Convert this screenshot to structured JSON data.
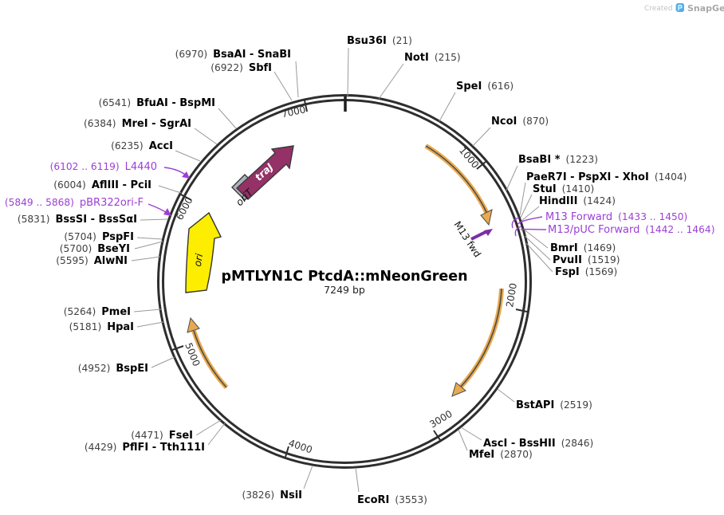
{
  "watermark": {
    "created_by": "Created by",
    "brand": "SnapGene"
  },
  "plasmid": {
    "title": "pMTLYN1C PtcdA::mNeonGreen",
    "length": "7249 bp"
  },
  "ticks": [
    "1000",
    "2000",
    "3000",
    "4000",
    "5000",
    "6000",
    "7000"
  ],
  "features": {
    "traj": "traJ",
    "orit": "oriT",
    "ori": "ori",
    "m13_fwd": "M13 fwd"
  },
  "colors": {
    "ring": "#2e2e2e",
    "connector": "#9a9a9a",
    "primer_purple": "#9c3fd6",
    "feature_orange": "#e9a94f",
    "traj_fill": "#943166",
    "orit_fill": "#aeb3bb",
    "ori_yellow": "#fdee00",
    "m13_arrow_purple": "#7a2fa3",
    "snapgene_blue": "#4fb0e8"
  },
  "sites_left": [
    {
      "pos": "(6970)",
      "name": "BsaAI - SnaBI"
    },
    {
      "pos": "(6922)",
      "name": "SbfI"
    },
    {
      "pos": "(6541)",
      "name": "BfuAI - BspMI"
    },
    {
      "pos": "(6384)",
      "name": "MreI - SgrAI"
    },
    {
      "pos": "(6235)",
      "name": "AccI"
    },
    {
      "pos": "(6102 .. 6119)",
      "name": "L4440"
    },
    {
      "pos": "(6004)",
      "name": "AflIII - PciI"
    },
    {
      "pos": "(5849 .. 5868)",
      "name": "pBR322ori-F"
    },
    {
      "pos": "(5831)",
      "name": "BssSI - BssSαI"
    },
    {
      "pos": "(5704)",
      "name": "PspFI"
    },
    {
      "pos": "(5700)",
      "name": "BseYI"
    },
    {
      "pos": "(5595)",
      "name": "AlwNI"
    },
    {
      "pos": "(5264)",
      "name": "PmeI"
    },
    {
      "pos": "(5181)",
      "name": "HpaI"
    },
    {
      "pos": "(4952)",
      "name": "BspEI"
    },
    {
      "pos": "(4471)",
      "name": "FseI"
    },
    {
      "pos": "(4429)",
      "name": "PflFI - Tth111I"
    },
    {
      "pos": "(3826)",
      "name": "NsiI"
    }
  ],
  "sites_right": [
    {
      "name": "Bsu36I",
      "pos": "(21)"
    },
    {
      "name": "NotI",
      "pos": "(215)"
    },
    {
      "name": "SpeI",
      "pos": "(616)"
    },
    {
      "name": "NcoI",
      "pos": "(870)"
    },
    {
      "name": "BsaBI *",
      "pos": "(1223)"
    },
    {
      "name": "PaeR7I - PspXI - XhoI",
      "pos": "(1404)"
    },
    {
      "name": "StuI",
      "pos": "(1410)"
    },
    {
      "name": "HindIII",
      "pos": "(1424)"
    },
    {
      "name": "M13 Forward",
      "pos": "(1433 .. 1450)"
    },
    {
      "name": "M13/pUC Forward",
      "pos": "(1442 .. 1464)"
    },
    {
      "name": "BmrI",
      "pos": "(1469)"
    },
    {
      "name": "PvuII",
      "pos": "(1519)"
    },
    {
      "name": "FspI",
      "pos": "(1569)"
    },
    {
      "name": "BstAPI",
      "pos": "(2519)"
    },
    {
      "name": "AscI - BssHII",
      "pos": "(2846)"
    },
    {
      "name": "MfeI",
      "pos": "(2870)"
    },
    {
      "name": "EcoRI",
      "pos": "(3553)"
    }
  ]
}
